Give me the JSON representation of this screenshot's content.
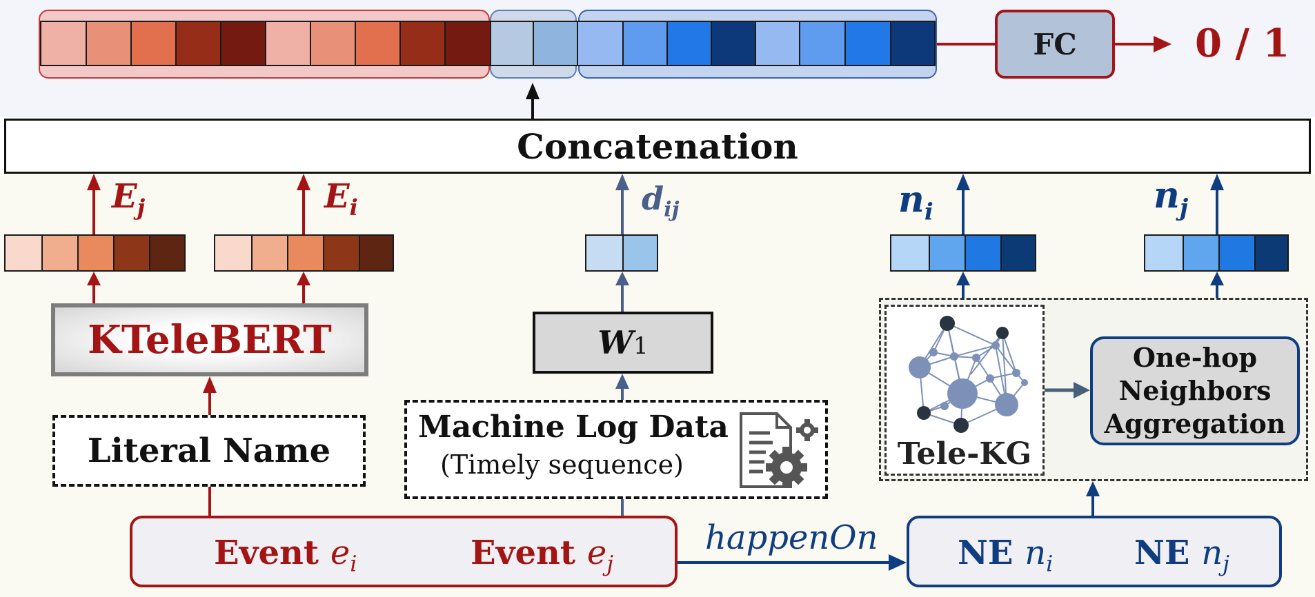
{
  "top": {
    "fc_label": "FC",
    "output_label": "0 / 1"
  },
  "concat": {
    "label": "Concatenation"
  },
  "left": {
    "ej_symbol": "E",
    "ej_sub": "j",
    "ei_symbol": "E",
    "ei_sub": "i",
    "encoder_label": "KTeleBERT",
    "literal_label": "Literal Name"
  },
  "middle": {
    "dij_symbol": "d",
    "dij_sub": "ij",
    "w1_symbol": "W",
    "w1_sub": "1",
    "log_title": "Machine Log Data",
    "log_subtitle": "(Timely sequence)"
  },
  "right": {
    "ni_symbol": "n",
    "ni_sub": "i",
    "nj_symbol": "n",
    "nj_sub": "j",
    "kg_label": "Tele-KG",
    "agg_line1": "One-hop",
    "agg_line2": "Neighbors",
    "agg_line3": "Aggregation"
  },
  "bottom": {
    "event_word": "Event",
    "ei_var": "e",
    "ei_sub": "i",
    "ej_var": "e",
    "ej_sub": "j",
    "relation_label": "happenOn",
    "ne_word": "NE",
    "ne_i_var": "n",
    "ne_i_sub": "i",
    "ne_j_var": "n",
    "ne_j_sub": "j"
  },
  "colors": {
    "red_accent": "#a31515",
    "navy_accent": "#0f3d80",
    "slate_accent": "#4a5f8a"
  }
}
